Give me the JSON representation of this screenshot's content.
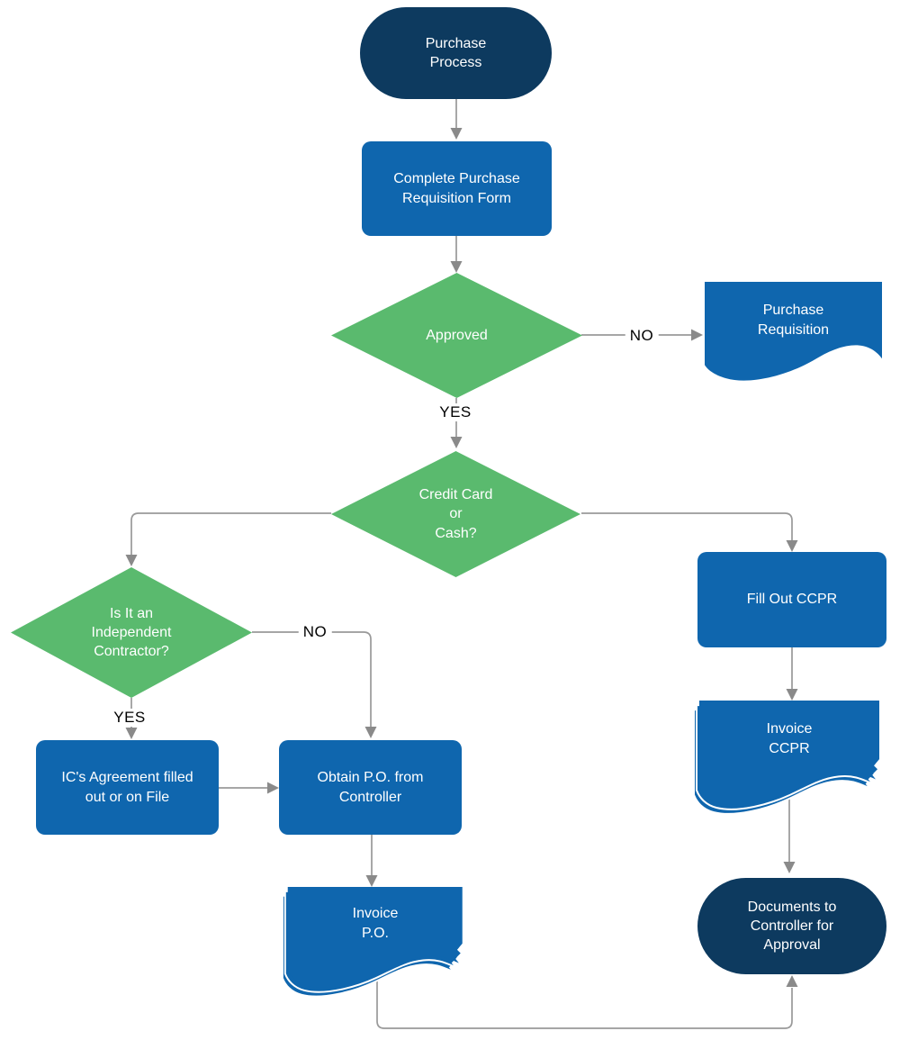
{
  "diagram_type": "flowchart",
  "colors": {
    "terminator_fill": "#0d3a5f",
    "process_fill": "#0f66ae",
    "decision_fill": "#5aba6e",
    "document_fill": "#0f66ae",
    "connector_line": "#999999",
    "arrowhead": "#8a8a8a",
    "node_text": "#ffffff",
    "edge_label_text": "#000000",
    "background": "#ffffff"
  },
  "nodes": {
    "start": {
      "type": "terminator",
      "label": "Purchase\nProcess"
    },
    "complete_form": {
      "type": "process",
      "label": "Complete Purchase\nRequisition Form"
    },
    "approved": {
      "type": "decision",
      "label": "Approved"
    },
    "purchase_requisition": {
      "type": "document",
      "label": "Purchase\nRequisition"
    },
    "credit_or_cash": {
      "type": "decision",
      "label": "Credit Card\nor\nCash?"
    },
    "independent_contractor": {
      "type": "decision",
      "label": "Is It an\nIndependent\nContractor?"
    },
    "ic_agreement": {
      "type": "process",
      "label": "IC's Agreement filled\nout or on File"
    },
    "obtain_po": {
      "type": "process",
      "label": "Obtain P.O. from\nController"
    },
    "invoice_po": {
      "type": "multi-document",
      "label": "Invoice\nP.O."
    },
    "fill_ccpr": {
      "type": "process",
      "label": "Fill Out CCPR"
    },
    "invoice_ccpr": {
      "type": "multi-document",
      "label": "Invoice\nCCPR"
    },
    "documents_controller": {
      "type": "terminator",
      "label": "Documents to\nController for\nApproval"
    }
  },
  "edge_labels": {
    "approved_no": "NO",
    "approved_yes": "YES",
    "ic_no": "NO",
    "ic_yes": "YES"
  },
  "edges": [
    {
      "from": "start",
      "to": "complete_form",
      "label": ""
    },
    {
      "from": "complete_form",
      "to": "approved",
      "label": ""
    },
    {
      "from": "approved",
      "to": "purchase_requisition",
      "label": "NO"
    },
    {
      "from": "approved",
      "to": "credit_or_cash",
      "label": "YES"
    },
    {
      "from": "credit_or_cash",
      "to": "independent_contractor",
      "label": ""
    },
    {
      "from": "credit_or_cash",
      "to": "fill_ccpr",
      "label": ""
    },
    {
      "from": "independent_contractor",
      "to": "obtain_po",
      "label": "NO"
    },
    {
      "from": "independent_contractor",
      "to": "ic_agreement",
      "label": "YES"
    },
    {
      "from": "ic_agreement",
      "to": "obtain_po",
      "label": ""
    },
    {
      "from": "obtain_po",
      "to": "invoice_po",
      "label": ""
    },
    {
      "from": "invoice_po",
      "to": "documents_controller",
      "label": ""
    },
    {
      "from": "fill_ccpr",
      "to": "invoice_ccpr",
      "label": ""
    },
    {
      "from": "invoice_ccpr",
      "to": "documents_controller",
      "label": ""
    }
  ]
}
